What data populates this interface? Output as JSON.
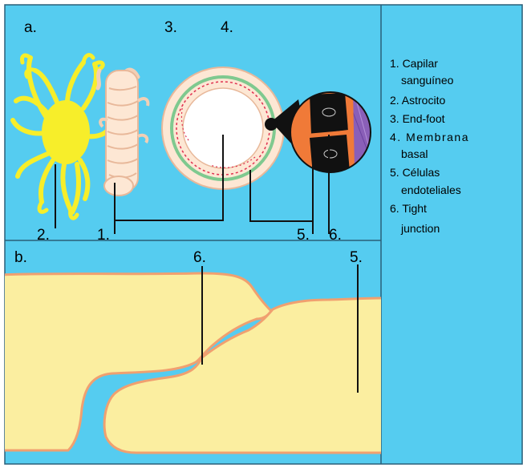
{
  "panels": {
    "a_label": "a.",
    "b_label": "b."
  },
  "diagram_numbers": {
    "n3": "3.",
    "n4": "4.",
    "n2": "2.",
    "n1": "1.",
    "n5": "5.",
    "n6": "6.",
    "b_n6": "6.",
    "b_n5": "5."
  },
  "legend": [
    {
      "line1": "1. Capilar",
      "line2": "sanguíneo"
    },
    {
      "line1": "2. Astrocito",
      "line2": ""
    },
    {
      "line1": "3. End-foot",
      "line2": ""
    },
    {
      "line1": "4. Membrana",
      "line2": "basal"
    },
    {
      "line1": "5. Células",
      "line2": "endoteliales"
    },
    {
      "line1": "6. Tight",
      "line2": "junction"
    }
  ],
  "colors": {
    "background": "#55ccf0",
    "cell_fill": "#fbeea0",
    "cell_border": "#f0a070",
    "astrocyte": "#f7ee2a",
    "capillary": "#fde7d4",
    "membrane_green": "#7fc98f",
    "endo_red": "#e03050",
    "orange": "#f07a38",
    "purple": "#8a5fb8",
    "dark": "#111111"
  }
}
